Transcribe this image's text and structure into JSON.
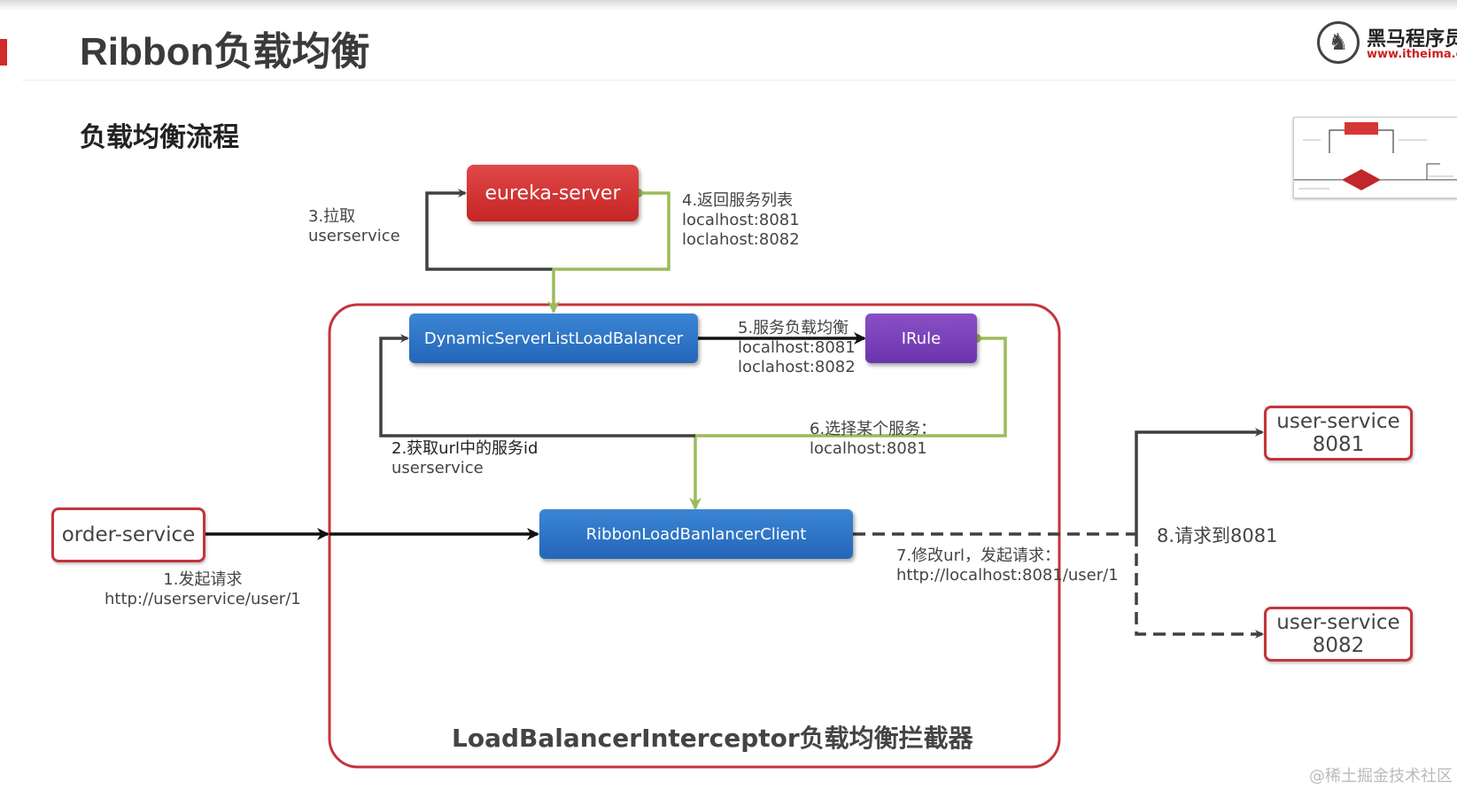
{
  "page": {
    "title": "Ribbon负载均衡",
    "subtitle": "负载均衡流程",
    "logo_name": "黑马程序员",
    "logo_url": "www.itheima.cn",
    "watermark": "@稀土掘金技术社区"
  },
  "nodes": {
    "eureka_server": "eureka-server",
    "dynamic_lb": "DynamicServerListLoadBalancer",
    "irule": "IRule",
    "ribbon_client": "RibbonLoadBanlancerClient",
    "order_service": "order-service",
    "user_service_8081": [
      "user-service",
      "8081"
    ],
    "user_service_8082": [
      "user-service",
      "8082"
    ],
    "interceptor_title": "LoadBalancerInterceptor负载均衡拦截器"
  },
  "steps": {
    "step1": [
      "1.发起请求",
      "http://userservice/user/1"
    ],
    "step2": [
      "2.获取url中的服务id",
      "userservice"
    ],
    "step3": [
      "3.拉取",
      "userservice"
    ],
    "step4": [
      "4.返回服务列表",
      "localhost:8081",
      "loclahost:8082"
    ],
    "step5": [
      "5.服务负载均衡",
      "localhost:8081",
      "loclahost:8082"
    ],
    "step6": [
      "6.选择某个服务：",
      "localhost:8081"
    ],
    "step7": [
      "7.修改url，发起请求：",
      "http://localhost:8081/user/1"
    ],
    "step8": "8.请求到8081"
  },
  "colors": {
    "red_box": "#d63636",
    "blue_box": "#2d76c6",
    "purple_box": "#7a42b8",
    "green_line": "#9bbb59",
    "dark_line": "#404040",
    "container_border": "#c4343c"
  }
}
